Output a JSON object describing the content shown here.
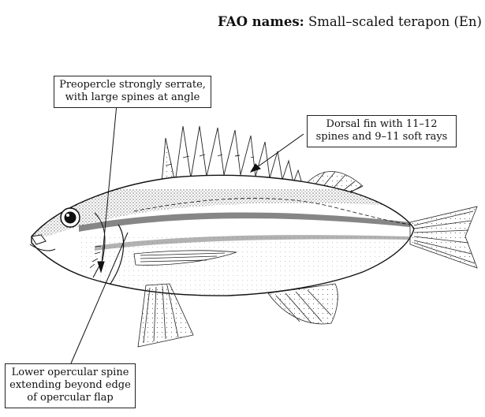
{
  "header": {
    "fao_label": "FAO names:",
    "fao_value": "Small–scaled terapon (En)"
  },
  "callouts": {
    "preopercle": {
      "line1": "Preopercle strongly serrate,",
      "line2": "with large spines at angle"
    },
    "dorsal": {
      "line1": "Dorsal fin with 11–12",
      "line2": "spines and 9–11 soft rays"
    },
    "opercular": {
      "line1": "Lower opercular spine",
      "line2": "extending beyond edge",
      "line3": "of opercular flap"
    }
  },
  "illustration": {
    "subject": "fish-line-drawing",
    "ink_color": "#111111",
    "background_color": "#ffffff"
  }
}
